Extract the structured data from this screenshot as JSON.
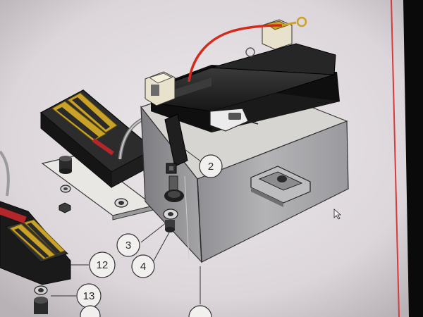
{
  "diagram": {
    "callouts": [
      {
        "id": "c2",
        "label": "2"
      },
      {
        "id": "c3",
        "label": "3"
      },
      {
        "id": "c4",
        "label": "4"
      },
      {
        "id": "c12",
        "label": "12"
      },
      {
        "id": "c13",
        "label": "13"
      },
      {
        "id": "cX",
        "label": ""
      }
    ]
  },
  "colors": {
    "screen_bg": "#e6e1e4",
    "bezel": "#0a0a0a",
    "housing": "#a9a9ab",
    "housing_top": "#d5d4d2",
    "battery_lid": "#222222",
    "wire_red": "#d42a1e",
    "terminal_gold": "#c9a227",
    "red_rule": "#d63a3a"
  }
}
